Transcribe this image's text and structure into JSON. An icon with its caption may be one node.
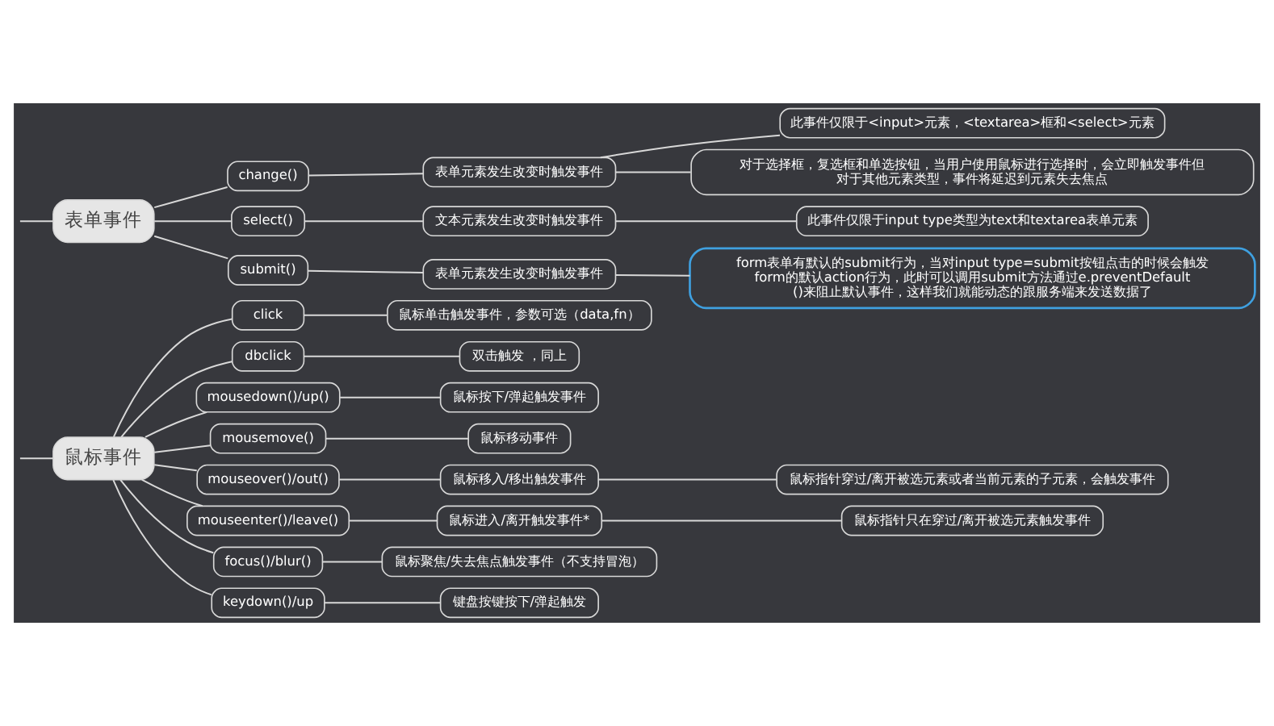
{
  "diagram": {
    "nodes": [
      {
        "text": [
          "鼠标事件"
        ]
      },
      {
        "text": [
          "click"
        ]
      },
      {
        "text": [
          "鼠标单击触发事件，参数可选（data,fn）"
        ]
      },
      {
        "text": [
          "dbclick"
        ]
      },
      {
        "text": [
          "双击触发 ，同上"
        ]
      },
      {
        "text": [
          "mousedown()/up()"
        ]
      },
      {
        "text": [
          "鼠标按下/弹起触发事件"
        ]
      },
      {
        "text": [
          "mousemove()"
        ]
      },
      {
        "text": [
          "鼠标移动事件"
        ]
      },
      {
        "text": [
          "mouseover()/out()"
        ]
      },
      {
        "text": [
          "鼠标移入/移出触发事件"
        ]
      },
      {
        "text": [
          "鼠标指针穿过/离开被选元素或者当前元素的子元素，会触发事件"
        ]
      },
      {
        "text": [
          "mouseenter()/leave()"
        ]
      },
      {
        "text": [
          "鼠标进入/离开触发事件*"
        ]
      },
      {
        "text": [
          "鼠标指针只在穿过/离开被选元素触发事件"
        ]
      },
      {
        "text": [
          "focus()/blur()"
        ]
      },
      {
        "text": [
          "鼠标聚焦/失去焦点触发事件（不支持冒泡）"
        ]
      },
      {
        "text": [
          "keydown()/up"
        ]
      },
      {
        "text": [
          "键盘按键按下/弹起触发"
        ]
      },
      {
        "text": [
          "表单事件"
        ]
      },
      {
        "text": [
          "change()"
        ]
      },
      {
        "text": [
          "表单元素发生改变时触发事件"
        ]
      },
      {
        "text": [
          "此事件仅限于<input>元素，<textarea>框和<select>元素"
        ]
      },
      {
        "text": [
          "对于选择框，复选框和单选按钮，当用户使用鼠标进行选择时，会立即触发事件但对于其他元素类型，事件将延迟到元素失去焦点"
        ]
      },
      {
        "text": [
          "select()"
        ]
      },
      {
        "text": [
          "文本元素发生改变时触发事件"
        ]
      },
      {
        "text": [
          "此事件仅限于input type类型为text和textarea表单元素"
        ]
      },
      {
        "text": [
          "submit()"
        ]
      },
      {
        "text": [
          "表单元素发生改变时触发事件"
        ]
      },
      {
        "text": [
          "form表单有默认的submit行为，当对input type=submit按钮点击的时候会触发form的默认action行为，此时可以调用submit方法通过e.preventDefault()来阻止默认事件，这样我们就能动态的跟服务端来发送数据了"
        ]
      }
    ],
    "edges": [
      {
        "from": null,
        "to": 0,
        "arrow": "none"
      },
      {
        "from": 0,
        "to": 1,
        "arrow": "none"
      },
      {
        "from": 1,
        "to": 2,
        "arrow": "none"
      },
      {
        "from": 0,
        "to": 3,
        "arrow": "none"
      },
      {
        "from": 3,
        "to": 4,
        "arrow": "none"
      },
      {
        "from": 0,
        "to": 5,
        "arrow": "none"
      },
      {
        "from": 5,
        "to": 6,
        "arrow": "none"
      },
      {
        "from": 0,
        "to": 7,
        "arrow": "none"
      },
      {
        "from": 7,
        "to": 8,
        "arrow": "none"
      },
      {
        "from": 0,
        "to": 9,
        "arrow": "none"
      },
      {
        "from": 9,
        "to": 10,
        "arrow": "none"
      },
      {
        "from": 10,
        "to": 11,
        "arrow": "none"
      },
      {
        "from": 0,
        "to": 12,
        "arrow": "none"
      },
      {
        "from": 12,
        "to": 13,
        "arrow": "none"
      },
      {
        "from": 13,
        "to": 14,
        "arrow": "none"
      },
      {
        "from": 0,
        "to": 15,
        "arrow": "none"
      },
      {
        "from": 15,
        "to": 16,
        "arrow": "none"
      },
      {
        "from": 0,
        "to": 17,
        "arrow": "none"
      },
      {
        "from": 17,
        "to": 18,
        "arrow": "none"
      },
      {
        "from": null,
        "to": 19,
        "arrow": "none"
      },
      {
        "from": 19,
        "to": 20,
        "arrow": "none"
      },
      {
        "from": 20,
        "to": 21,
        "arrow": "none"
      },
      {
        "from": 21,
        "to": 22,
        "arrow": "none"
      },
      {
        "from": 21,
        "to": 23,
        "arrow": "none"
      },
      {
        "from": 19,
        "to": 24,
        "arrow": "none"
      },
      {
        "from": 24,
        "to": 25,
        "arrow": "none"
      },
      {
        "from": 25,
        "to": 26,
        "arrow": "none"
      },
      {
        "from": 19,
        "to": 27,
        "arrow": "none"
      },
      {
        "from": 27,
        "to": 28,
        "arrow": "none"
      },
      {
        "from": 28,
        "to": 29,
        "arrow": "none"
      }
    ]
  }
}
